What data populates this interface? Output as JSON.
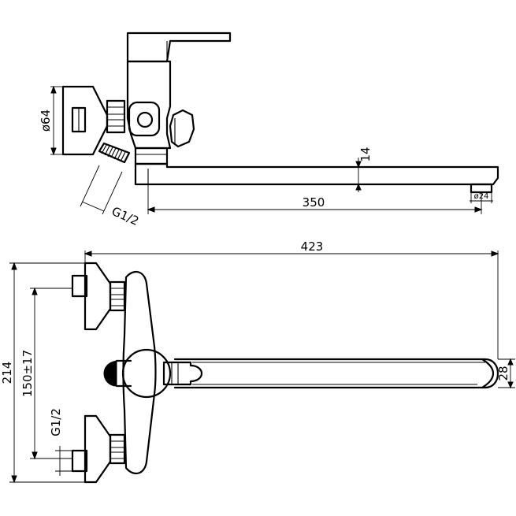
{
  "drawing": {
    "side_view": {
      "flange_diameter": "ø64",
      "thread_label": "G1/2",
      "spout_height": "14",
      "spout_length": "350",
      "aerator_diameter": "ø24"
    },
    "top_view": {
      "total_length": "423",
      "total_width": "214",
      "center_distance": "150±17",
      "thread_label": "G1/2",
      "spout_width": "28"
    }
  }
}
